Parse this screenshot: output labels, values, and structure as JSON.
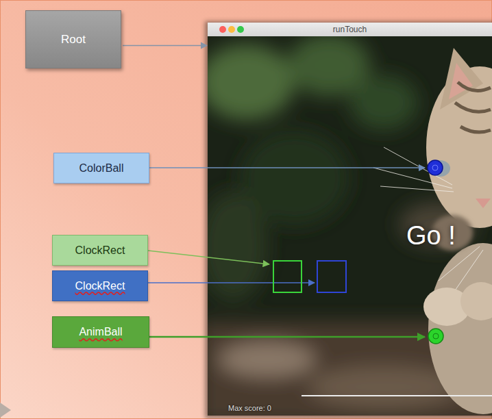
{
  "diagram": {
    "nodes": [
      {
        "text": [
          "Root"
        ]
      },
      {
        "text": [
          "runTouch",
          "Go !",
          "Max score: 0"
        ]
      },
      {
        "text": [
          "ColorBall"
        ]
      },
      {
        "text": [
          "ClockRect"
        ]
      },
      {
        "text": [
          "ClockRect"
        ]
      },
      {
        "text": [
          "AnimBall"
        ]
      }
    ],
    "edges": [
      {
        "from": 0,
        "to": 1,
        "arrow": "to"
      }
    ]
  }
}
